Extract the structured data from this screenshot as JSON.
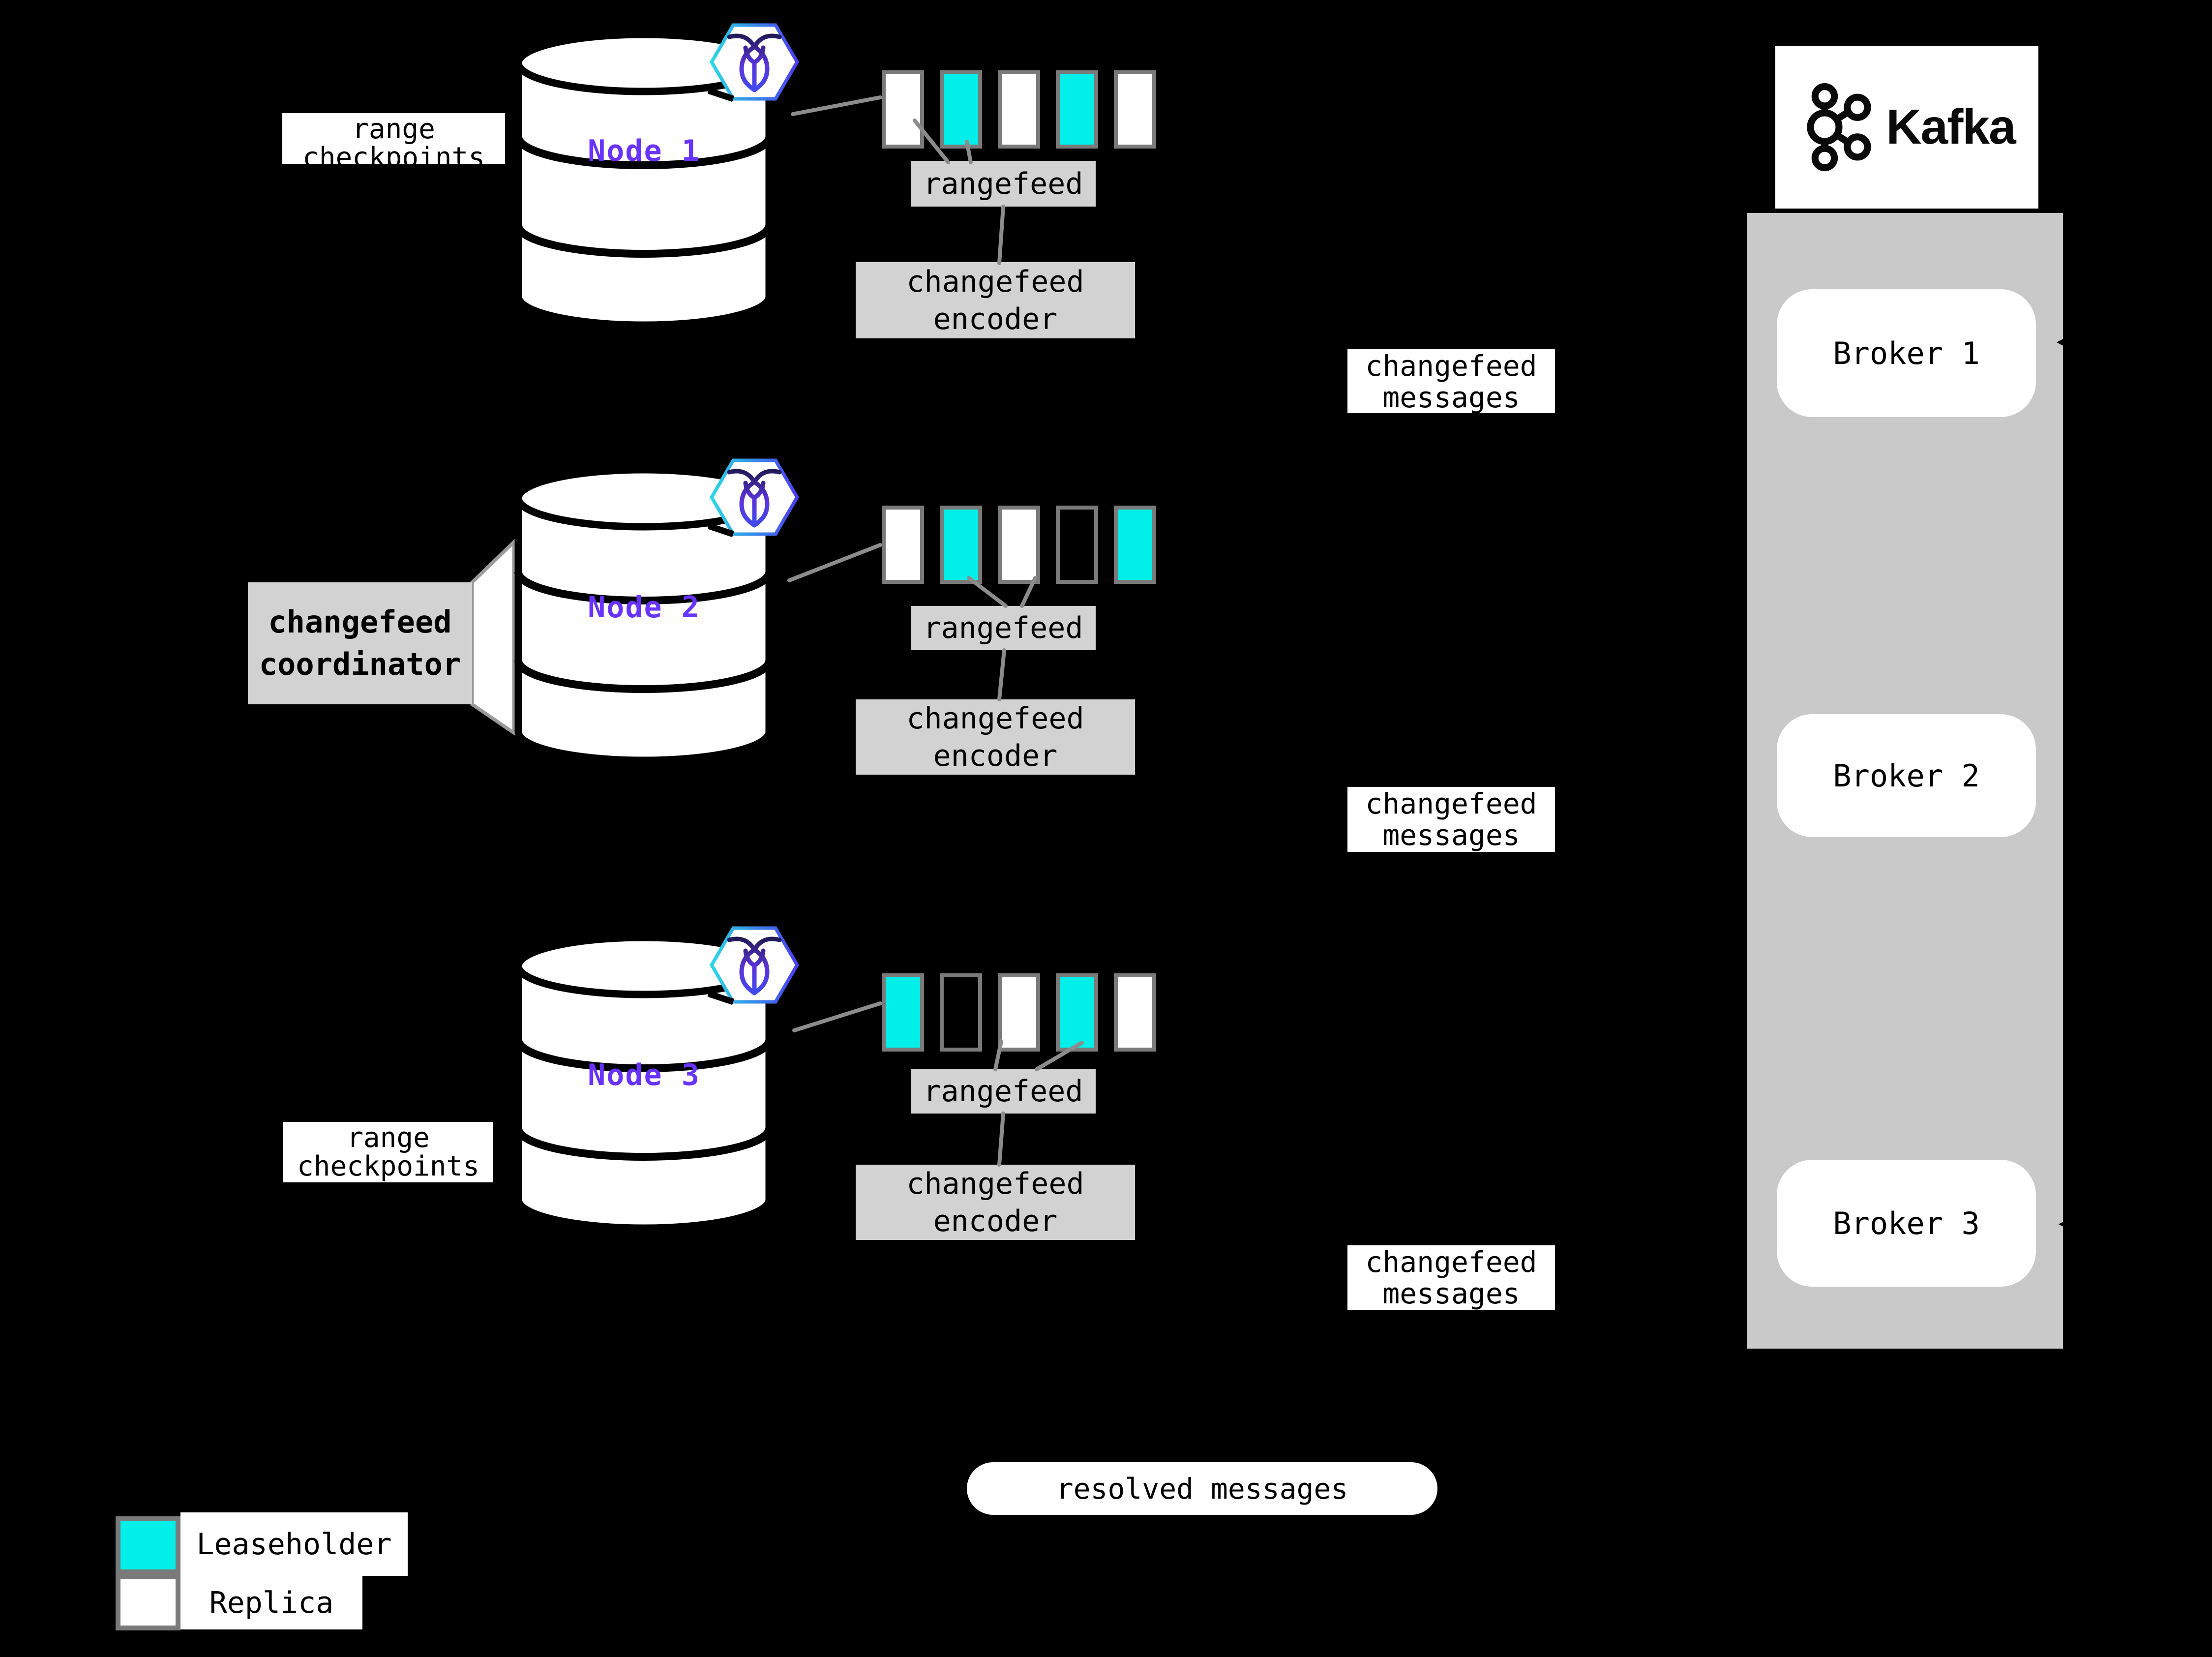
{
  "colors": {
    "background": "#000000",
    "leaseholder_cyan": "#00efe8",
    "node_label_purple": "#6933ff",
    "process_box_gray": "#d2d2d2",
    "kafka_panel_gray": "#c9c9c9",
    "connector_gray": "#8c8c8c",
    "range_border_gray": "#7a7a7a"
  },
  "labels": {
    "range_checkpoints": "range checkpoints",
    "changefeed_coordinator": "changefeed coordinator",
    "rangefeed": "rangefeed",
    "changefeed_encoder": "changefeed encoder",
    "changefeed_messages": "changefeed messages",
    "resolved_messages": "resolved messages"
  },
  "nodes": [
    {
      "name": "Node 1",
      "ranges": [
        "replica",
        "leaseholder",
        "replica",
        "leaseholder",
        "replica"
      ]
    },
    {
      "name": "Node 2",
      "ranges": [
        "replica",
        "leaseholder",
        "replica",
        "outline",
        "leaseholder"
      ]
    },
    {
      "name": "Node 3",
      "ranges": [
        "leaseholder",
        "outline",
        "replica",
        "leaseholder",
        "replica"
      ]
    }
  ],
  "kafka": {
    "brand": "Kafka",
    "brokers": [
      {
        "label": "Broker 1"
      },
      {
        "label": "Broker 2"
      },
      {
        "label": "Broker 3"
      }
    ]
  },
  "legend": [
    {
      "label": "Leaseholder",
      "swatch": "leaseholder"
    },
    {
      "label": "Replica",
      "swatch": "replica"
    }
  ]
}
